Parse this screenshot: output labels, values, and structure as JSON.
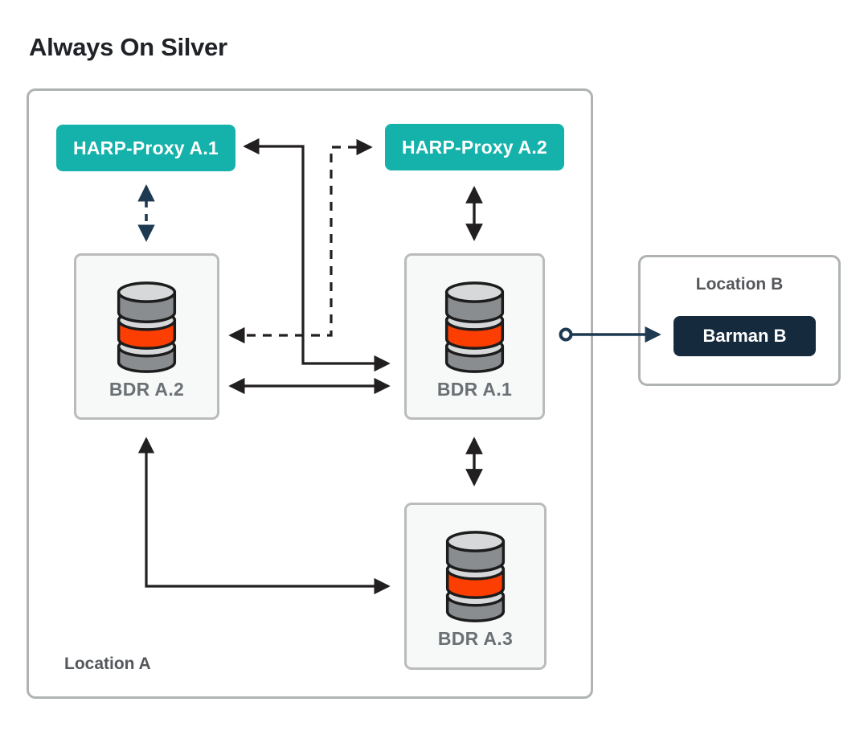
{
  "title": "Always On Silver",
  "location_a": {
    "label": "Location A",
    "proxies": [
      {
        "label": "HARP-Proxy A.1"
      },
      {
        "label": "HARP-Proxy A.2"
      }
    ],
    "nodes": [
      {
        "label": "BDR A.2"
      },
      {
        "label": "BDR A.1"
      },
      {
        "label": "BDR A.3"
      }
    ]
  },
  "location_b": {
    "label": "Location B",
    "barman_label": "Barman B"
  },
  "connectors": [
    {
      "name": "proxy-a1-to-bdr-a2",
      "from": "HARP-Proxy A.1",
      "to": "BDR A.2",
      "style": "dashed",
      "color": "navy",
      "heads": "both"
    },
    {
      "name": "proxy-a2-to-bdr-a1",
      "from": "HARP-Proxy A.2",
      "to": "BDR A.1",
      "style": "solid",
      "color": "black",
      "heads": "both"
    },
    {
      "name": "proxy-a1-to-bdr-a1-elbow",
      "from": "HARP-Proxy A.1",
      "to": "BDR A.1",
      "style": "solid",
      "color": "black",
      "heads": "both"
    },
    {
      "name": "bdr-a2-to-proxy-a2-elbow",
      "from": "BDR A.2",
      "to": "HARP-Proxy A.2",
      "style": "dashed",
      "color": "black",
      "heads": "both"
    },
    {
      "name": "bdr-a2-to-bdr-a1",
      "from": "BDR A.2",
      "to": "BDR A.1",
      "style": "solid",
      "color": "black",
      "heads": "both"
    },
    {
      "name": "bdr-a2-to-bdr-a3-elbow",
      "from": "BDR A.2",
      "to": "BDR A.3",
      "style": "solid",
      "color": "black",
      "heads": "both"
    },
    {
      "name": "bdr-a1-to-bdr-a3",
      "from": "BDR A.1",
      "to": "BDR A.3",
      "style": "solid",
      "color": "black",
      "heads": "both"
    },
    {
      "name": "bdr-a1-to-barman-b",
      "from": "BDR A.1",
      "to": "Barman B",
      "style": "solid",
      "color": "navy",
      "heads": "end-arrow-start-circle"
    }
  ],
  "colors": {
    "proxy_teal": "#15b2ab",
    "barman_navy": "#152a3c",
    "arrow_black": "#211f20",
    "arrow_navy": "#1d3a52",
    "db_red": "#fc3e02",
    "db_gray": "#8a8d8f",
    "db_light": "#d7d8d9",
    "box_fill": "#f7f8f8",
    "box_border": "#b9bbbc",
    "container_border": "#b0b3b4",
    "label_gray": "#6b7074"
  }
}
